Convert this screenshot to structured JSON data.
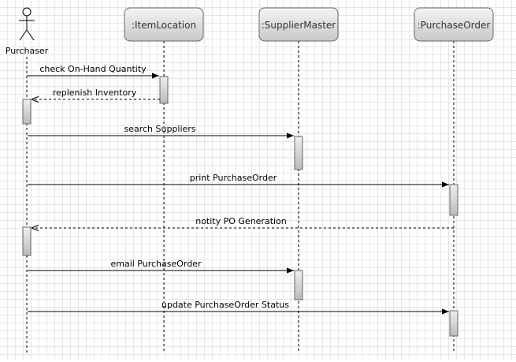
{
  "diagram": {
    "type": "uml-sequence",
    "colors": {
      "header_fill_top": "#f5f5f5",
      "header_fill_bottom": "#c8c8c8",
      "header_stroke": "#666666",
      "activation_fill_top": "#eeeeee",
      "activation_fill_bottom": "#bbbbbb",
      "line": "#000000",
      "grid": "#e6e6e6"
    },
    "actor": {
      "id": "purchaser",
      "label": "Purchaser",
      "icon": "stick-figure-icon"
    },
    "participants": [
      {
        "id": "itemlocation",
        "label": ":ItemLocation"
      },
      {
        "id": "suppliermaster",
        "label": ":SupplierMaster"
      },
      {
        "id": "purchaseorder",
        "label": ":PurchaseOrder"
      }
    ],
    "messages": [
      {
        "id": "m1",
        "label": "check On-Hand Quantity",
        "from": "purchaser",
        "to": "itemlocation",
        "kind": "sync"
      },
      {
        "id": "m2",
        "label": "replenish Inventory",
        "from": "itemlocation",
        "to": "purchaser",
        "kind": "return"
      },
      {
        "id": "m3",
        "label": "search Suppliers",
        "from": "purchaser",
        "to": "suppliermaster",
        "kind": "sync"
      },
      {
        "id": "m4",
        "label": "print PurchaseOrder",
        "from": "purchaser",
        "to": "purchaseorder",
        "kind": "sync"
      },
      {
        "id": "m5",
        "label": "notity PO Generation",
        "from": "purchaseorder",
        "to": "purchaser",
        "kind": "return"
      },
      {
        "id": "m6",
        "label": "email PurchaseOrder",
        "from": "purchaser",
        "to": "suppliermaster",
        "kind": "sync"
      },
      {
        "id": "m7",
        "label": "update PurchaseOrder Status",
        "from": "purchaser",
        "to": "purchaseorder",
        "kind": "sync"
      }
    ]
  }
}
